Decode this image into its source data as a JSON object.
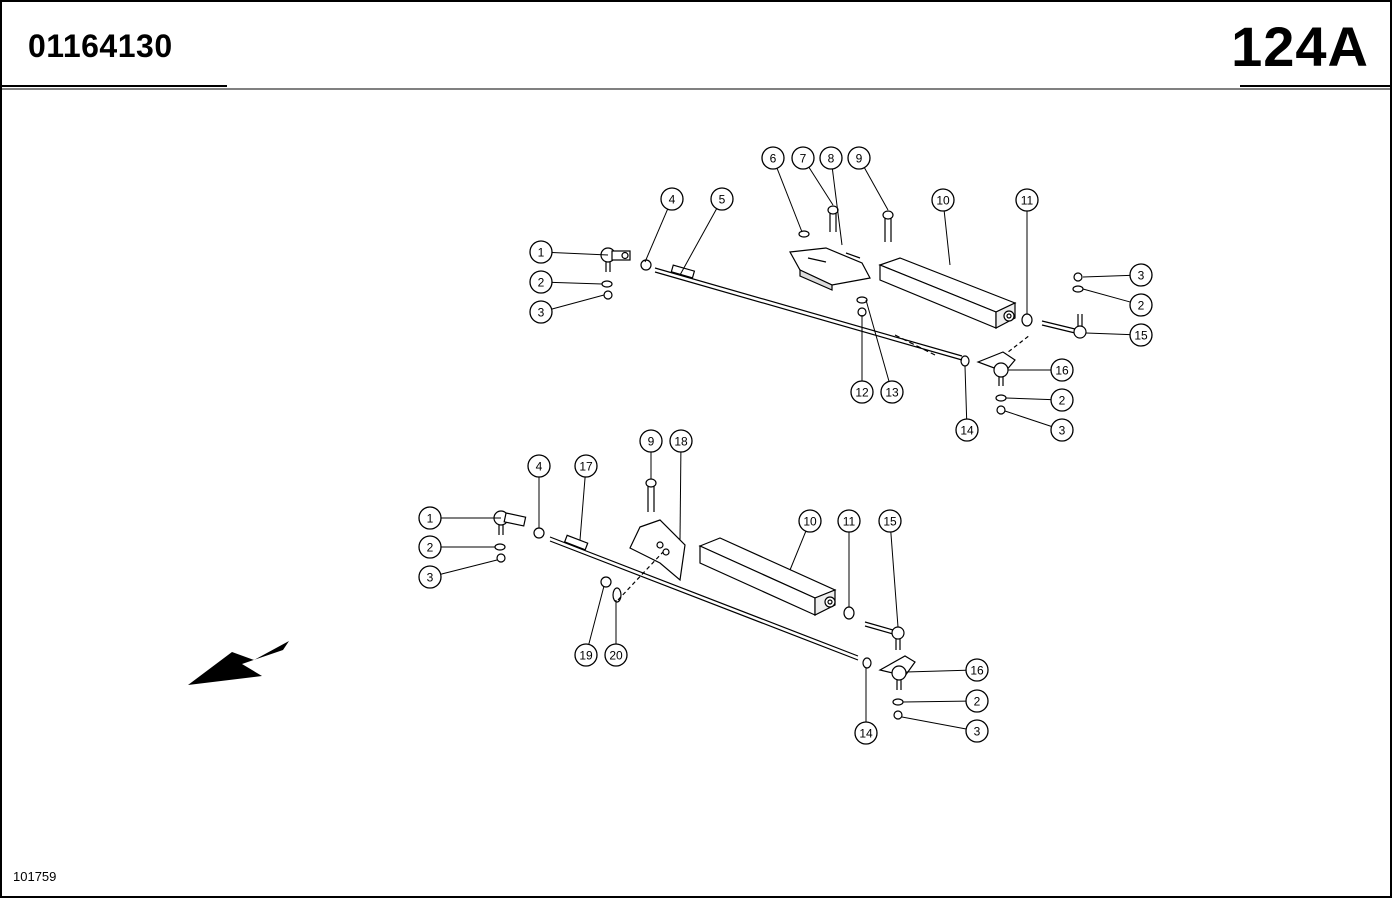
{
  "header": {
    "doc_number": "01164130",
    "page_code": "124A"
  },
  "footer": {
    "drawing_number": "101759"
  },
  "assemblies": {
    "upper": {
      "callouts": [
        "1",
        "2",
        "3",
        "4",
        "5",
        "6",
        "7",
        "8",
        "9",
        "10",
        "11",
        "3",
        "2",
        "15",
        "12",
        "13",
        "14",
        "16",
        "2",
        "3"
      ]
    },
    "lower": {
      "callouts": [
        "1",
        "2",
        "3",
        "4",
        "17",
        "9",
        "18",
        "10",
        "11",
        "15",
        "19",
        "20",
        "16",
        "2",
        "14",
        "3"
      ]
    }
  },
  "direction_arrow": "arrow-icon"
}
